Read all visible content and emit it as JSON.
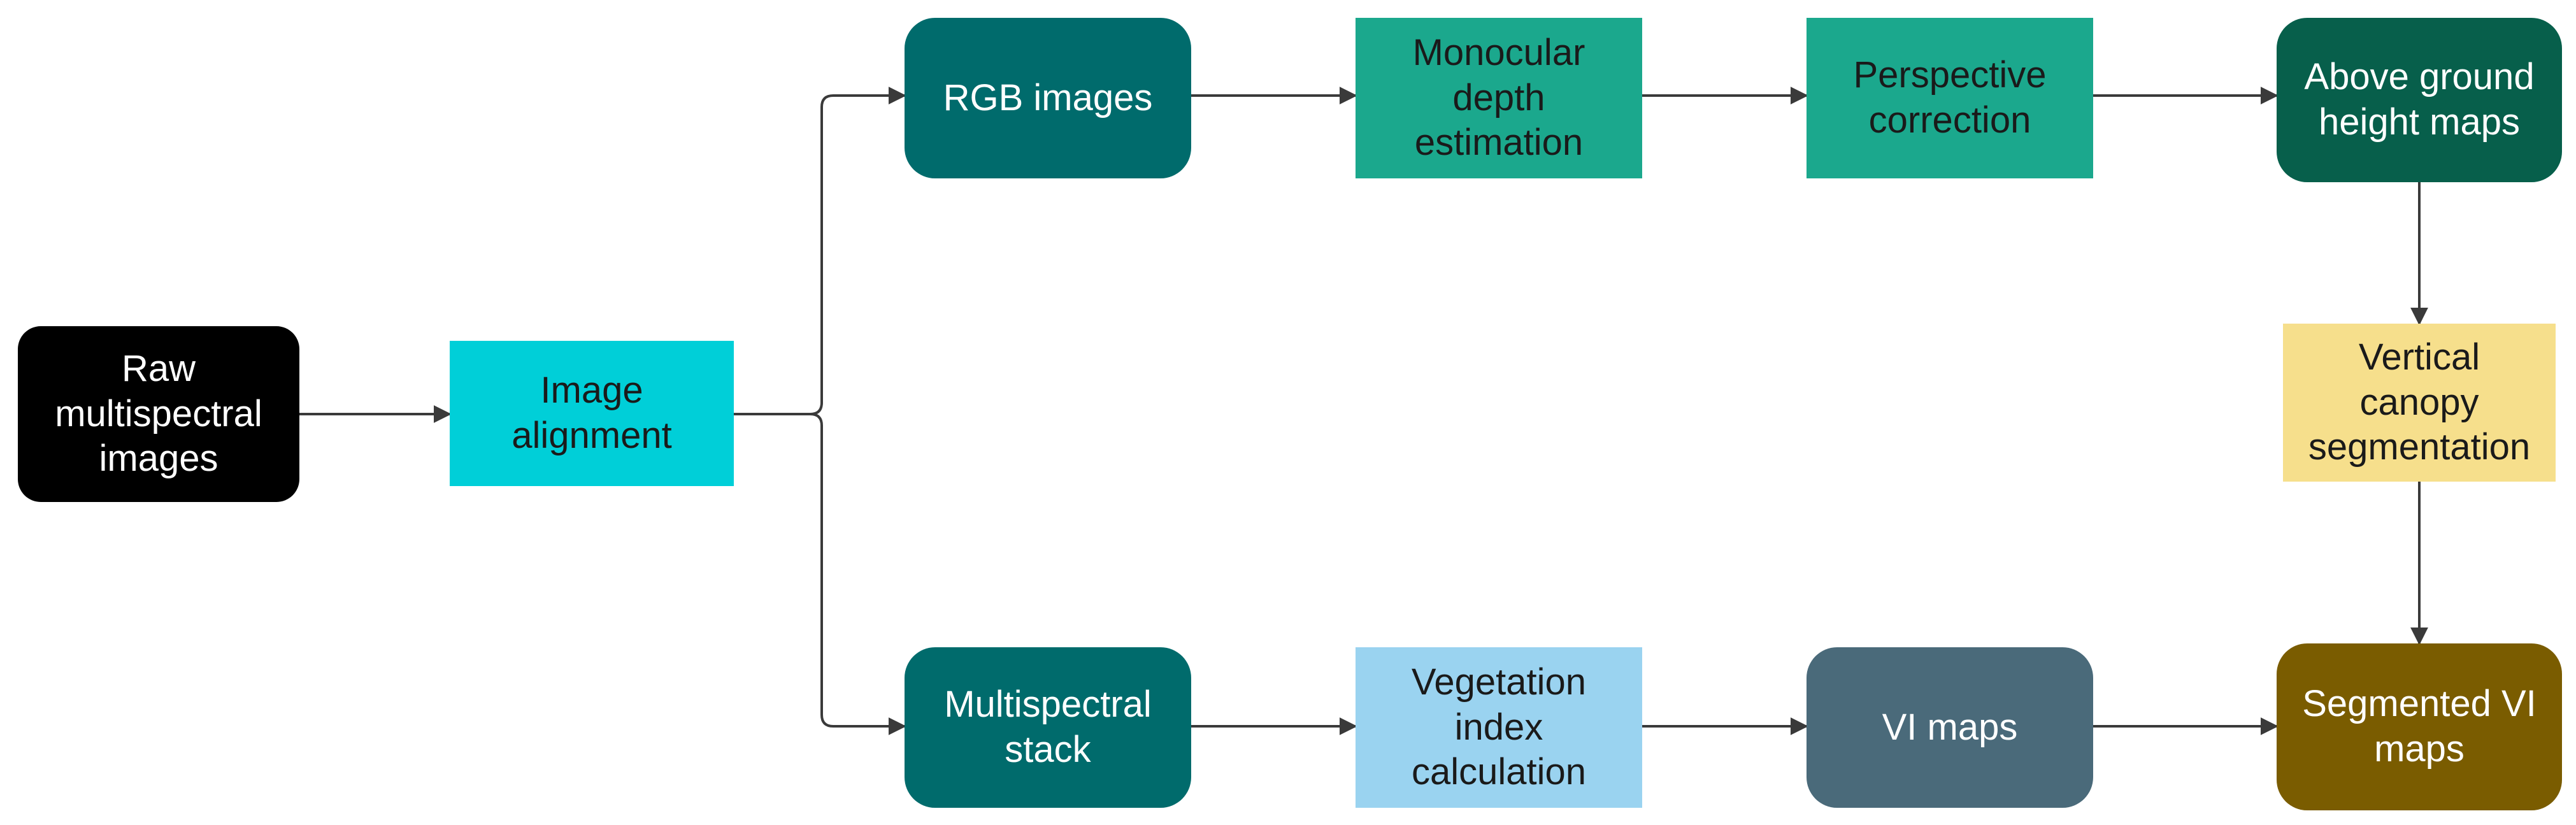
{
  "nodes": {
    "raw": "Raw\nmultispectral\nimages",
    "alignment": "Image\nalignment",
    "rgb": "RGB images",
    "depth": "Monocular\ndepth\nestimation",
    "perspective": "Perspective\ncorrection",
    "height_maps": "Above ground\nheight maps",
    "canopy_seg": "Vertical\ncanopy\nsegmentation",
    "ms_stack": "Multispectral\nstack",
    "vi_calc": "Vegetation\nindex\ncalculation",
    "vi_maps": "VI maps",
    "segmented_vi": "Segmented VI\nmaps"
  },
  "colors": {
    "black": "#000000",
    "cyan": "#00cfd8",
    "teal": "#006b6c",
    "green": "#1ba88d",
    "dark_green": "#075f4b",
    "yellow": "#f6df8c",
    "light_blue": "#9ad3f0",
    "slate": "#4a6a7a",
    "olive": "#7a5c00",
    "arrow": "#3a3a3a"
  }
}
